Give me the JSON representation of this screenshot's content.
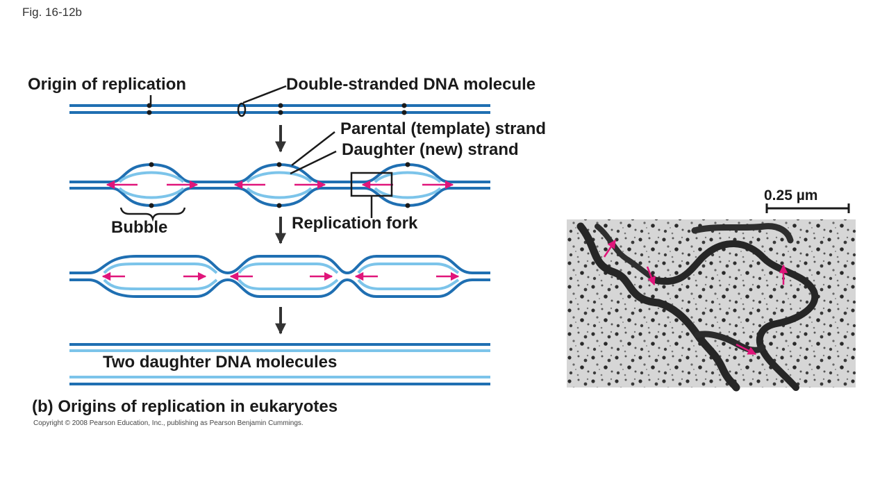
{
  "figure": {
    "fig_number": "Fig. 16-12b",
    "caption": "(b) Origins of replication in eukaryotes",
    "copyright": "Copyright © 2008 Pearson Education, Inc., publishing as Pearson Benjamin Cummings."
  },
  "labels": {
    "origin": "Origin of replication",
    "dsdna": "Double-stranded DNA molecule",
    "parental": "Parental (template) strand",
    "daughter": "Daughter (new) strand",
    "bubble": "Bubble",
    "fork": "Replication fork",
    "two_daughters": "Two daughter DNA molecules",
    "scale": "0.25 µm"
  },
  "colors": {
    "parental_strand": "#1f6fb2",
    "daughter_strand": "#7cc4ea",
    "fork_arrow": "#e0157a",
    "text": "#1a1a1a",
    "micrograph_bg": "#d9d9d9"
  }
}
